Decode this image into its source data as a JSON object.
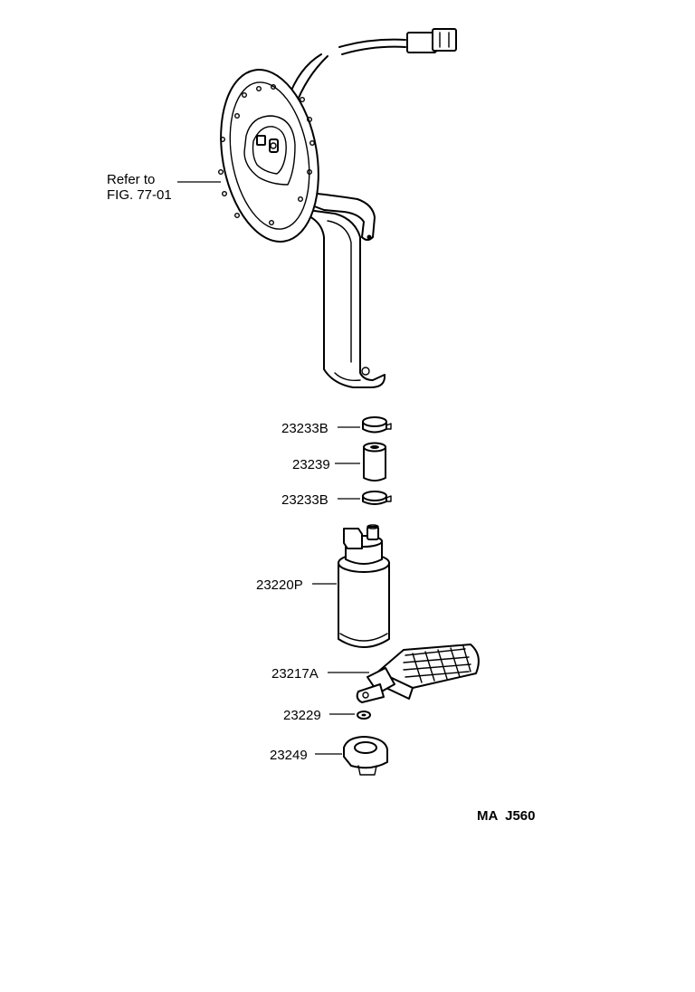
{
  "refer_note": {
    "line1": "Refer to",
    "line2": "FIG. 77-01"
  },
  "parts": [
    {
      "label": "23233B"
    },
    {
      "label": "23239"
    },
    {
      "label": "23233B"
    },
    {
      "label": "23220P"
    },
    {
      "label": "23217A"
    },
    {
      "label": "23229"
    },
    {
      "label": "23249"
    }
  ],
  "footer_code": "MA  J560"
}
